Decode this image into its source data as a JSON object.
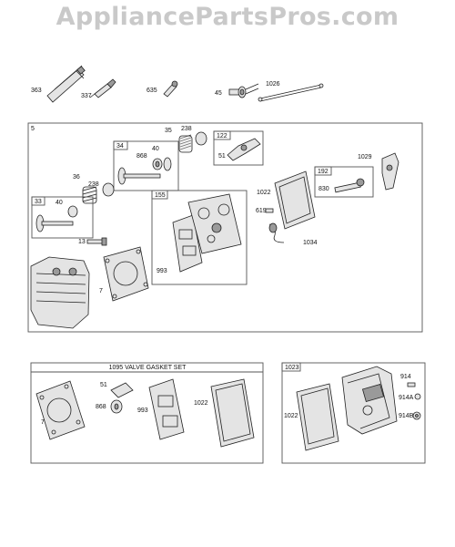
{
  "watermark": "AppliancePartsPros.com",
  "callouts": {
    "c363": "363",
    "c337": "337",
    "c635": "635",
    "c45": "45",
    "c1026": "1026",
    "c5": "5",
    "c35": "35",
    "c238a": "238",
    "c122": "122",
    "c51a": "51",
    "c34": "34",
    "c868a": "868",
    "c40a": "40",
    "c1029": "1029",
    "c192": "192",
    "c830": "830",
    "c36": "36",
    "c238b": "238",
    "c1022a": "1022",
    "c33": "33",
    "c40b": "40",
    "c155": "155",
    "c619": "619",
    "c1034": "1034",
    "c13": "13",
    "c993a": "993",
    "c7a": "7"
  },
  "kit": {
    "title": "1095 VALVE GASKET SET",
    "c51": "51",
    "c868": "868",
    "c993": "993",
    "c1022": "1022",
    "c7": "7"
  },
  "cover": {
    "box_label": "1023",
    "c1022": "1022",
    "c914": "914",
    "c914a": "914A",
    "c914b": "914B"
  }
}
